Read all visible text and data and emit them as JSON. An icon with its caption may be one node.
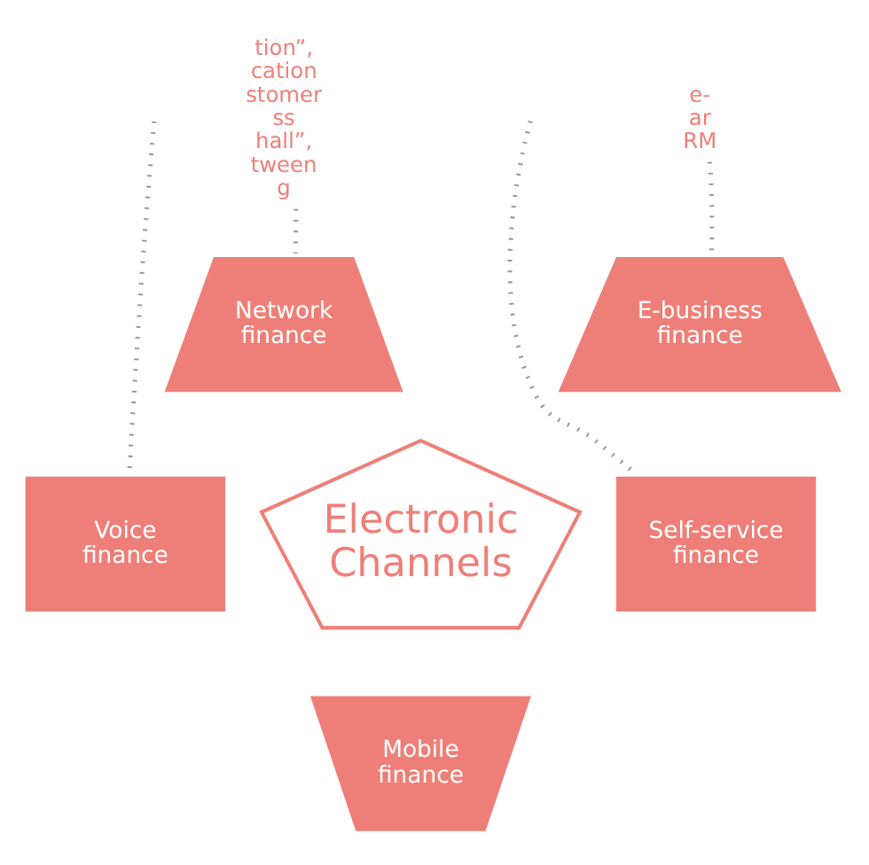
{
  "diagram": {
    "nodes": [
      {
        "text": [
          "Electronic Channels"
        ]
      },
      {
        "text": [
          "Network finance"
        ]
      },
      {
        "text": [
          "E-business finance"
        ]
      },
      {
        "text": [
          "Voice finance"
        ]
      },
      {
        "text": [
          "Self-service finance"
        ]
      },
      {
        "text": [
          "Mobile finance"
        ]
      },
      {
        "text": [
          "tion”, cation stomer ss hall”, tween g"
        ]
      },
      {
        "text": [
          "e- ar RM"
        ]
      }
    ],
    "edges": [
      {
        "from": 6,
        "to": 1,
        "arrow": "none",
        "style": "dashed",
        "color": "#999999"
      },
      {
        "from": 7,
        "to": 2,
        "arrow": "none",
        "style": "dashed",
        "color": "#999999"
      },
      {
        "from": null,
        "to": 3,
        "arrow": "none",
        "style": "dashed",
        "color": "#999999"
      },
      {
        "from": null,
        "to": 4,
        "arrow": "none",
        "style": "dashed",
        "color": "#999999"
      }
    ]
  }
}
